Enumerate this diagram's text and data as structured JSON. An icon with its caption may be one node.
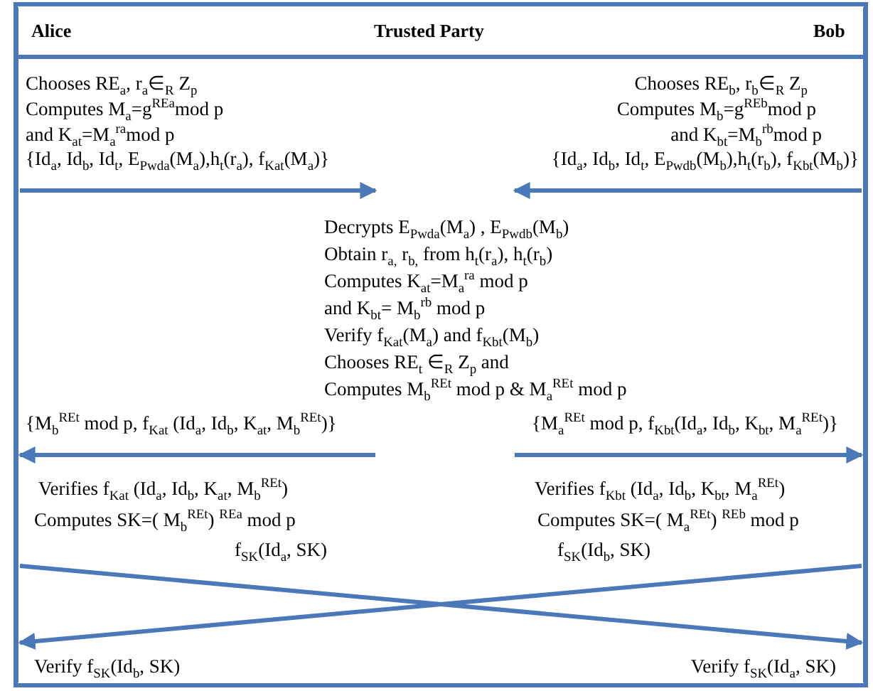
{
  "diagram": {
    "nodes": [
      {
        "text": [
          "Alice"
        ]
      },
      {
        "text": [
          "Trusted Party"
        ]
      },
      {
        "text": [
          "Bob"
        ]
      }
    ],
    "edges": [
      {
        "from": 0,
        "to": 1,
        "arrow": "to",
        "label": "{Id$_{a}$, Id$_{b}$, Id$_{t}$, E$_{Pwda}$(M$_{a}$),h$_{t}$(r$_{a}$), f$_{Kat}$(M$_{a}$)}"
      },
      {
        "from": 2,
        "to": 1,
        "arrow": "to",
        "label": "{Id$_{a}$, Id$_{b}$, Id$_{t}$, E$_{Pwdb}$(M$_{b}$),h$_{t}$(r$_{b}$), f$_{Kbt}$(M$_{b}$)}"
      },
      {
        "from": 1,
        "to": 0,
        "arrow": "to",
        "label": "{M$_{b}$$^{REt}$ mod p, f$_{Kat}$ (Id$_{a}$, Id$_{b}$, K$_{at}$, M$_{b}$$^{REt}$)}"
      },
      {
        "from": 1,
        "to": 2,
        "arrow": "to",
        "label": "{M$_{a}$$^{REt}$ mod p, f$_{Kbt}$(Id$_{a}$, Id$_{b}$, K$_{bt}$, M$_{a}$$^{REt}$)}"
      },
      {
        "from": 0,
        "to": 2,
        "arrow": "to"
      },
      {
        "from": 2,
        "to": 0,
        "arrow": "to"
      }
    ],
    "labels": [
      "Chooses RE$_{a}$, r$_{a}$∈$_{R}$ Z$_{p}$",
      "Computes M$_{a}$=g$^{REa}$mod p",
      "and K$_{at}$=M$_{a}$$^{ra}$mod p",
      "Chooses RE$_{b}$, r$_{b}$∈$_{R}$ Z$_{p}$",
      "Computes M$_{b}$=g$^{REb}$mod p",
      "and K$_{bt}$=M$_{b}$$^{rb}$mod p",
      "Decrypts E$_{Pwda}$(M$_{a}$) , E$_{Pwdb}$(M$_{b}$)",
      "Obtain r$_{a,}$ r$_{b,}$ from h$_{t}$(r$_{a}$), h$_{t}$(r$_{b}$)",
      "Computes K$_{at}$=M$_{a}$$^{ra}$ mod p",
      "and  K$_{bt}$= M$_{b}$$^{rb}$ mod p",
      "Verify f$_{Kat}$(M$_{a}$) and f$_{Kbt}$(M$_{b}$)",
      "Chooses RE$_{t}$ ∈$_{R}$ Z$_{p}$ and",
      "Computes M$_{b}$$^{REt}$ mod p  & M$_{a}$$^{REt}$ mod p",
      "Verifies f$_{Kat}$ (Id$_{a}$, Id$_{b}$, K$_{at}$, M$_{b}$$^{REt}$)",
      "Computes SK=( M$_{b}$$^{REt}$) $^{REa}$ mod p",
      "f$_{SK}$(Id$_{a}$, SK)",
      "Verifies f$_{Kbt}$ (Id$_{a}$, Id$_{b}$, K$_{bt}$, M$_{a}$$^{REt}$)",
      "Computes SK=( M$_{a}$$^{REt}$) $^{REb}$ mod p",
      "f$_{SK}$(Id$_{b}$, SK)",
      "Verify f$_{SK}$(Id$_{b}$, SK)",
      "Verify f$_{SK}$(Id$_{a}$, SK)"
    ]
  }
}
